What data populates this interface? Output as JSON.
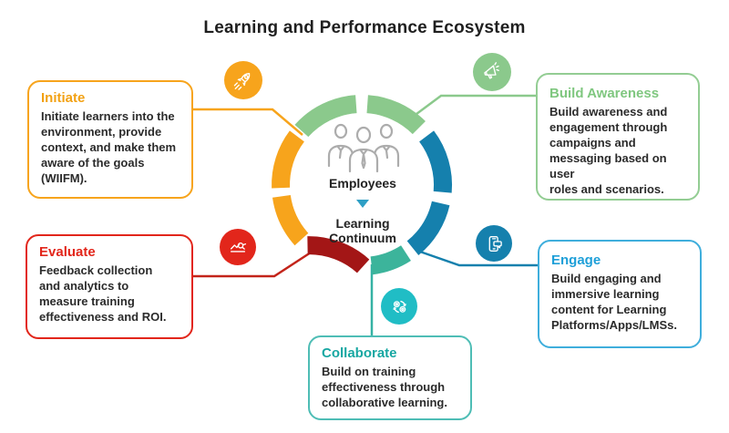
{
  "title": "Learning and Performance Ecosystem",
  "center": {
    "icon": "employees-group-icon",
    "label_top": "Employees",
    "label_bottom": "Learning\nContinuum"
  },
  "nodes": [
    {
      "id": "initiate",
      "title": "Initiate",
      "description": "Initiate learners into the\nenvironment, provide\ncontext, and make them\naware of the goals\n(WIIFM).",
      "color": "#f7a41c",
      "icon": "rocket-icon"
    },
    {
      "id": "build-awareness",
      "title": "Build Awareness",
      "description": "Build awareness and\nengagement through\ncampaigns and\nmessaging based on user\nroles and scenarios.",
      "color": "#8bc98c",
      "icon": "megaphone-icon"
    },
    {
      "id": "evaluate",
      "title": "Evaluate",
      "description": "Feedback collection\nand analytics to\nmeasure training\neffectiveness and ROI.",
      "color": "#e2261b",
      "icon": "analytics-magnifier-icon"
    },
    {
      "id": "engage",
      "title": "Engage",
      "description": "Build engaging and\nimmersive learning\ncontent for Learning\nPlatforms/Apps/LMSs.",
      "color": "#1d9fd8",
      "icon": "mobile-chat-icon"
    },
    {
      "id": "collaborate",
      "title": "Collaborate",
      "description": "Build on training\neffectiveness through\ncollaborative learning.",
      "color": "#17a7a2",
      "icon": "gears-sync-icon"
    }
  ],
  "colors": {
    "ring_orange": "#f7a41c",
    "ring_green": "#8bc98c",
    "ring_blue": "#1580ad",
    "ring_dark_red": "#a31616",
    "ring_teal": "#3cb49b",
    "collaborate_circle": "#20bdc5",
    "evaluate_connector": "#c3241a",
    "center_triangle": "#2e9fc5",
    "people_icon_gray": "#acacac",
    "text_dark": "#2b2b2b"
  }
}
